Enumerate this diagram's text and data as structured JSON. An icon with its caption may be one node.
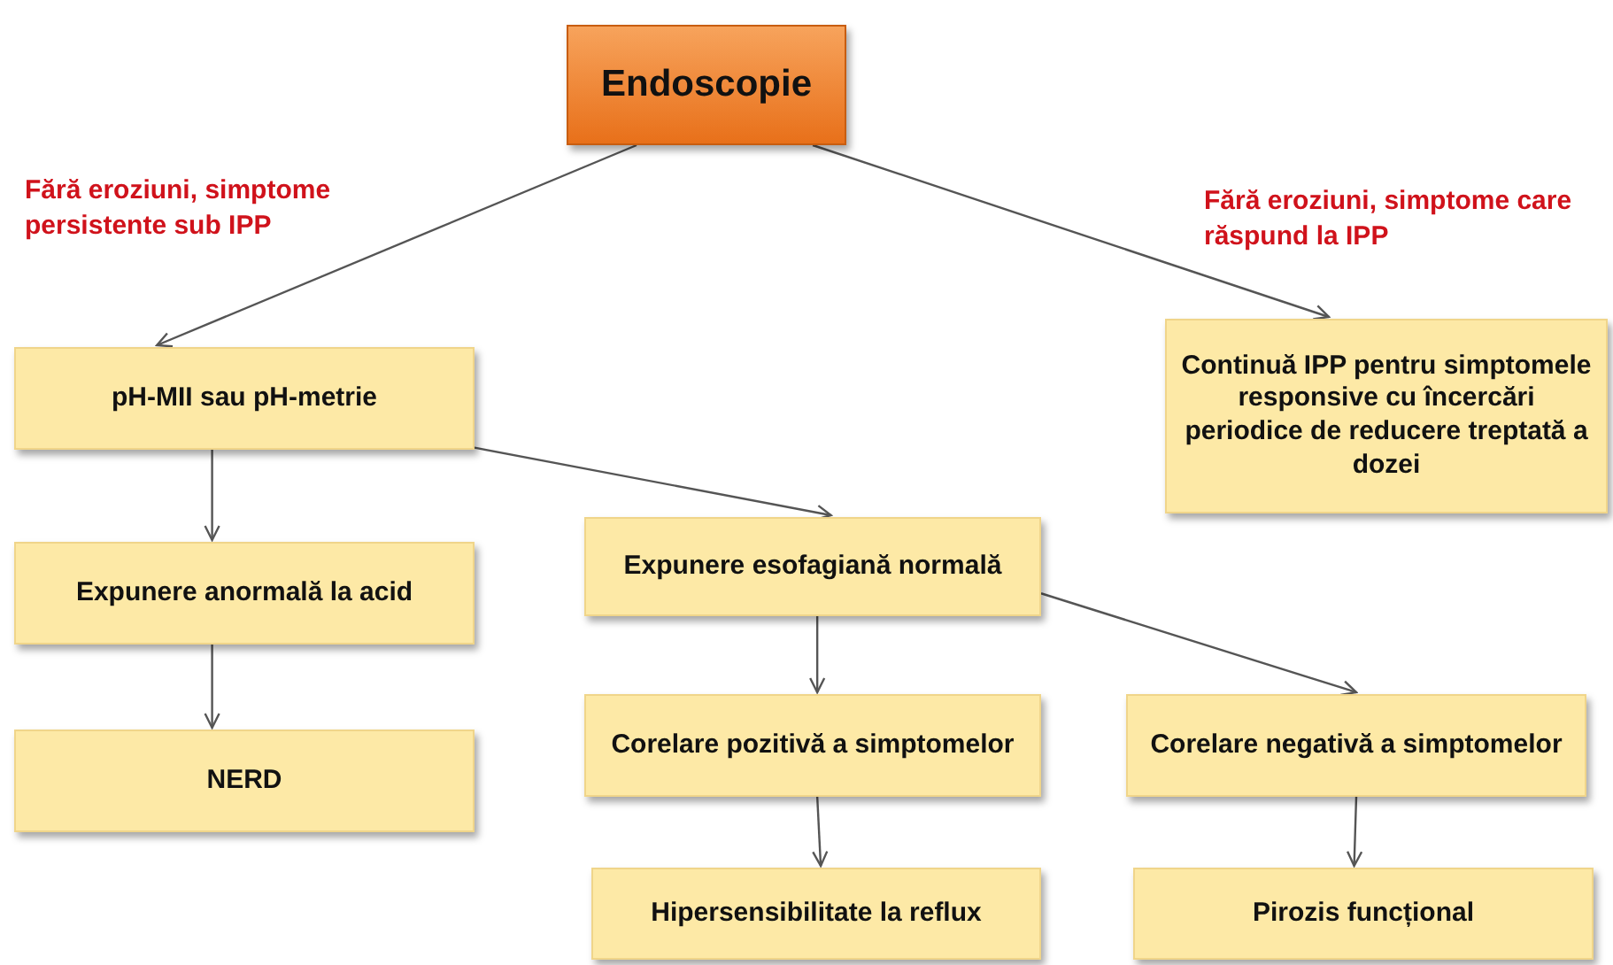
{
  "diagram": {
    "nodes": [
      {
        "text": [
          "Endoscopie"
        ]
      },
      {
        "text": [
          "pH-MII sau pH-metrie"
        ]
      },
      {
        "text": [
          "Continuă IPP pentru simptomele responsive cu încercări periodice de reducere treptată a dozei"
        ]
      },
      {
        "text": [
          "Expunere anormală la acid"
        ]
      },
      {
        "text": [
          "Expunere esofagiană normală"
        ]
      },
      {
        "text": [
          "NERD"
        ]
      },
      {
        "text": [
          "Corelare pozitivă a simptomelor"
        ]
      },
      {
        "text": [
          "Corelare negativă a simptomelor"
        ]
      },
      {
        "text": [
          "Hipersensibilitate la reflux"
        ]
      },
      {
        "text": [
          "Pirozis funcțional"
        ]
      }
    ],
    "edges": [
      {
        "from": 0,
        "to": 1,
        "arrow": "to",
        "label": "Fără eroziuni, simptome persistente sub IPP"
      },
      {
        "from": 0,
        "to": 2,
        "arrow": "to",
        "label": "Fără eroziuni, simptome care răspund la IPP"
      },
      {
        "from": 1,
        "to": 3,
        "arrow": "to"
      },
      {
        "from": 1,
        "to": 4,
        "arrow": "to"
      },
      {
        "from": 3,
        "to": 5,
        "arrow": "to"
      },
      {
        "from": 4,
        "to": 6,
        "arrow": "to"
      },
      {
        "from": 4,
        "to": 7,
        "arrow": "to"
      },
      {
        "from": 6,
        "to": 8,
        "arrow": "to"
      },
      {
        "from": 7,
        "to": 9,
        "arrow": "to"
      }
    ]
  }
}
